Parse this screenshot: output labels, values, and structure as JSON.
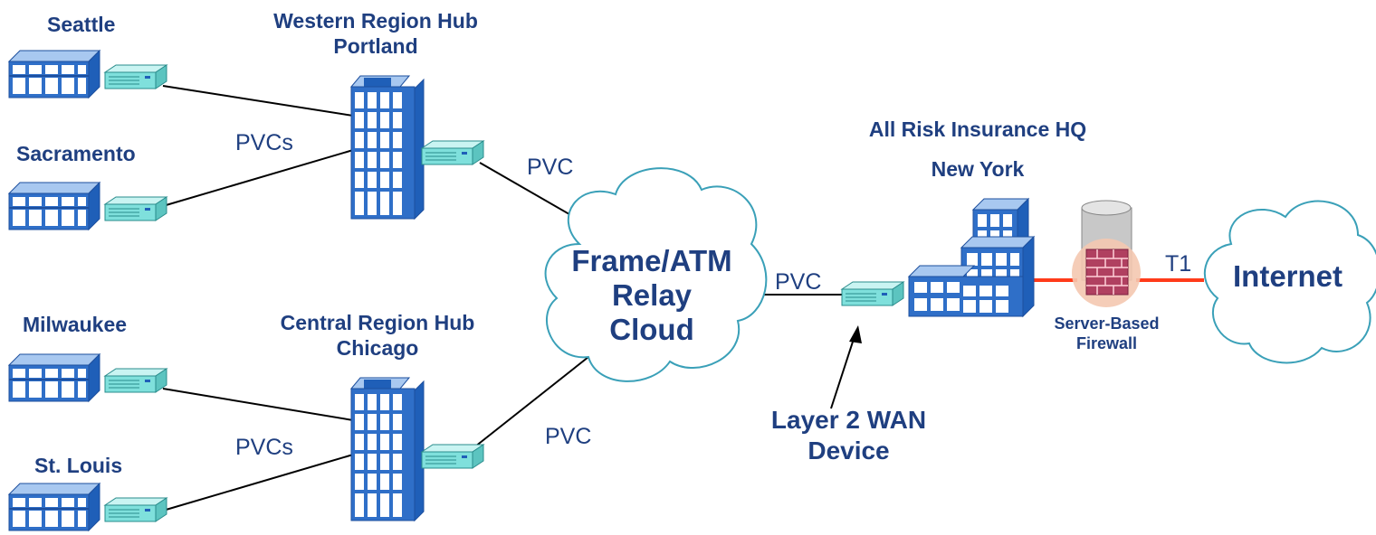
{
  "sites": {
    "seattle": "Seattle",
    "sacramento": "Sacramento",
    "milwaukee": "Milwaukee",
    "st_louis": "St. Louis"
  },
  "hubs": {
    "western_line1": "Western Region Hub",
    "western_line2": "Portland",
    "central_line1": "Central Region Hub",
    "central_line2": "Chicago"
  },
  "hq": {
    "line1": "All Risk Insurance HQ",
    "line2": "New York"
  },
  "links": {
    "pvcs_west": "PVCs",
    "pvcs_central": "PVCs",
    "pvc_west": "PVC",
    "pvc_central": "PVC",
    "pvc_hq": "PVC",
    "t1": "T1"
  },
  "cloud": {
    "line1": "Frame/ATM",
    "line2": "Relay",
    "line3": "Cloud"
  },
  "internet": "Internet",
  "firewall": {
    "line1": "Server-Based",
    "line2": "Firewall"
  },
  "wan_device": {
    "line1": "Layer 2 WAN",
    "line2": "Device"
  },
  "colors": {
    "label_text": "#1f3f80",
    "building_blue": "#2f6fc8",
    "router_cyan": "#7fe0dc",
    "cloud_outline": "#3aa0b8",
    "t1_line": "#ff3b1a",
    "firewall_brick": "#b04060",
    "link_line": "#000000"
  }
}
